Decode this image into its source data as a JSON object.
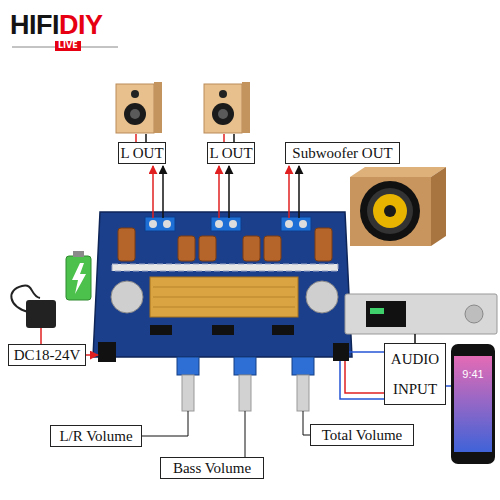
{
  "diagram": {
    "nodes": [
      {
        "text": [
          "L OUT"
        ]
      },
      {
        "text": [
          "L OUT"
        ]
      },
      {
        "text": [
          "Subwoofer OUT"
        ]
      },
      {
        "text": [
          "DC18-24V"
        ]
      },
      {
        "text": [
          "AUDIO",
          "INPUT"
        ]
      },
      {
        "text": [
          "L/R Volume"
        ]
      },
      {
        "text": [
          "Total Volume"
        ]
      },
      {
        "text": [
          "Bass Volume"
        ]
      }
    ],
    "labels": [
      "HIFI",
      "DIY",
      "LIVE",
      "9:41"
    ]
  }
}
